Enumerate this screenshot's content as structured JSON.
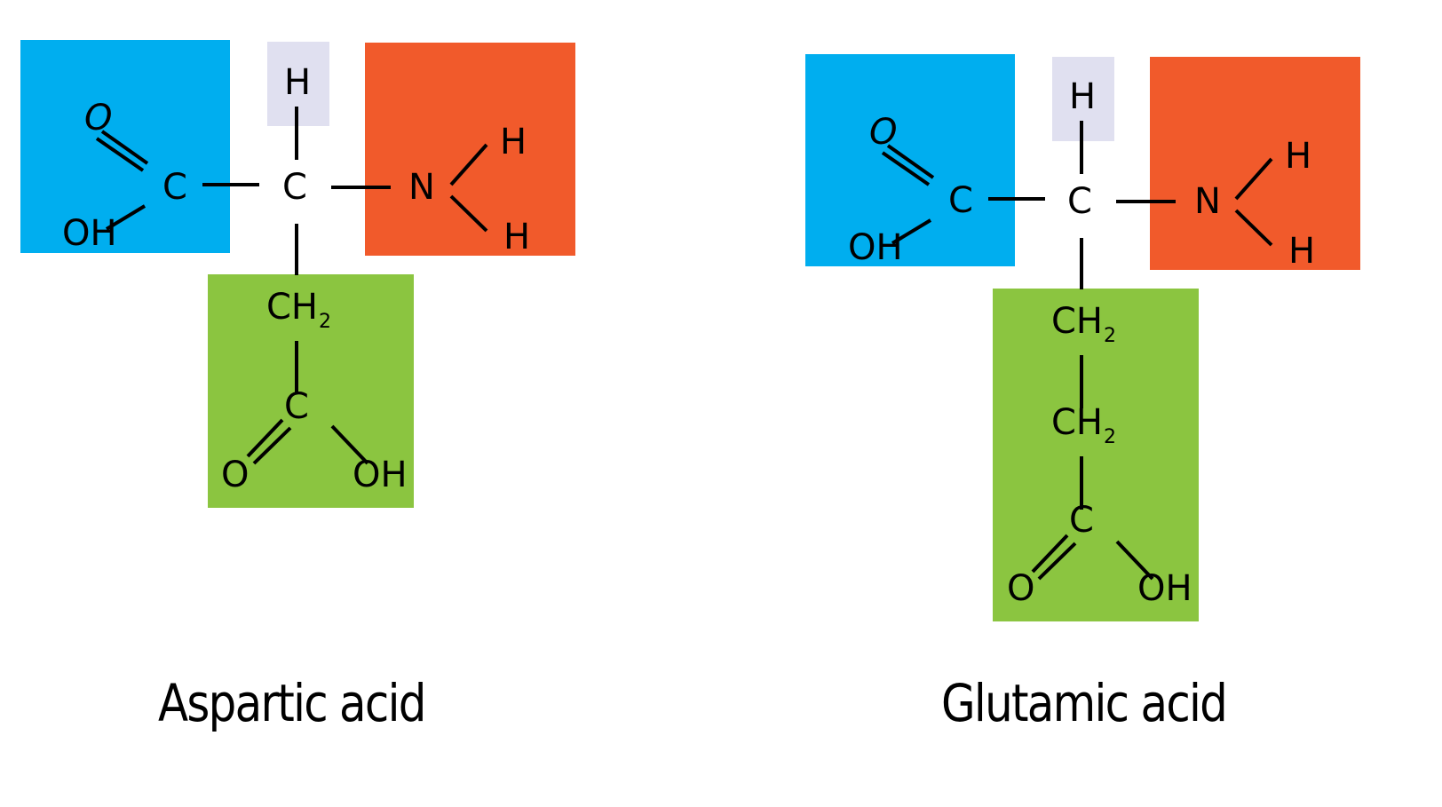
{
  "colors": {
    "carboxyl_group": "#00AEEF",
    "amino_group": "#F15A2B",
    "hydrogen_box": "#E0E0F0",
    "side_chain": "#8BC540",
    "bond": "#000000",
    "background": "#FFFFFF"
  },
  "molecules": [
    {
      "name": "Aspartic acid",
      "carboxyl": {
        "double_o": "O",
        "carbon": "C",
        "hydroxyl": "OH"
      },
      "alpha": {
        "hydrogen": "H",
        "carbon": "C"
      },
      "amino": {
        "nitrogen": "N",
        "h1": "H",
        "h2": "H"
      },
      "side_chain": {
        "groups": [
          {
            "base": "CH",
            "sub": "2"
          }
        ],
        "carbon": "C",
        "double_o": "O",
        "hydroxyl": "OH"
      }
    },
    {
      "name": "Glutamic acid",
      "carboxyl": {
        "double_o": "O",
        "carbon": "C",
        "hydroxyl": "OH"
      },
      "alpha": {
        "hydrogen": "H",
        "carbon": "C"
      },
      "amino": {
        "nitrogen": "N",
        "h1": "H",
        "h2": "H"
      },
      "side_chain": {
        "groups": [
          {
            "base": "CH",
            "sub": "2"
          },
          {
            "base": "CH",
            "sub": "2"
          }
        ],
        "carbon": "C",
        "double_o": "O",
        "hydroxyl": "OH"
      }
    }
  ]
}
